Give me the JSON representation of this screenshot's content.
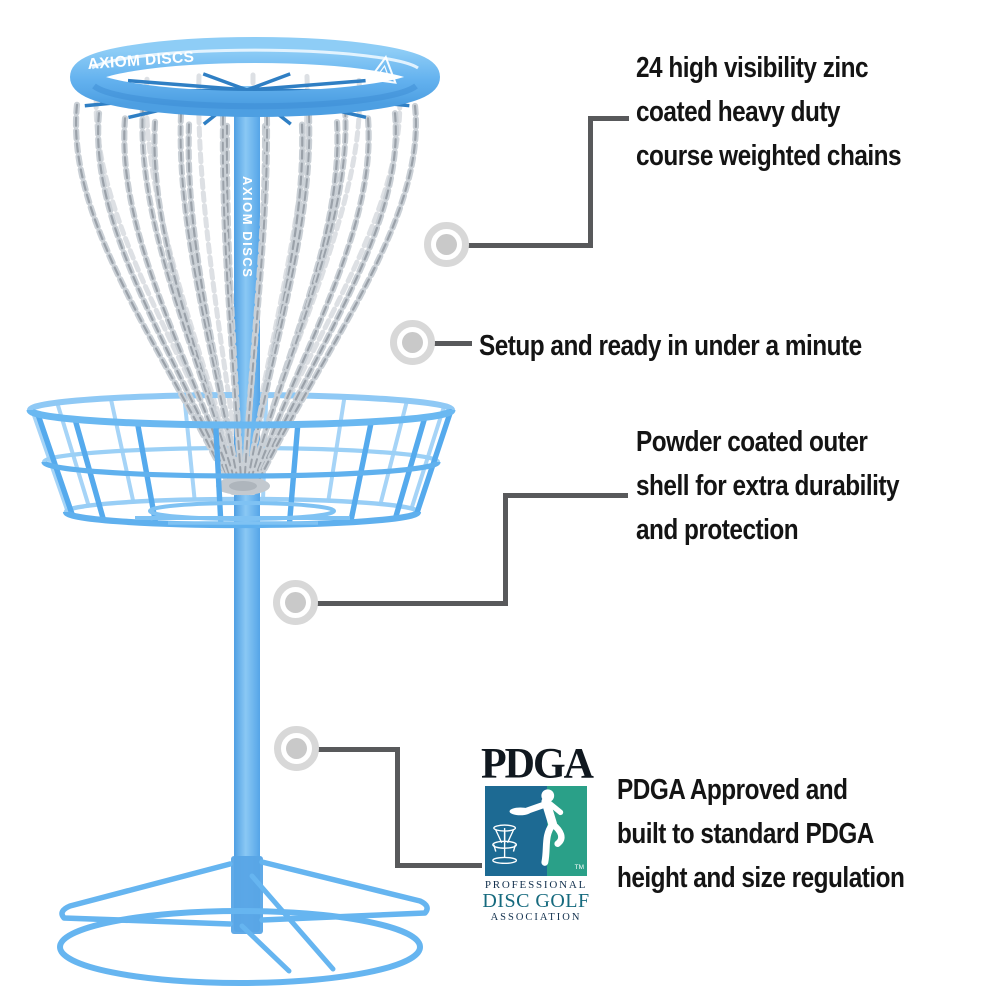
{
  "basket": {
    "band_label": "AXIOM DISCS",
    "pole_label": "AXIOM DISCS"
  },
  "callouts": [
    {
      "id": "chains",
      "lines": [
        "24 high visibility zinc",
        "coated heavy duty",
        "course weighted chains"
      ]
    },
    {
      "id": "setup",
      "lines": [
        "Setup and ready in under a minute"
      ]
    },
    {
      "id": "shell",
      "lines": [
        "Powder coated outer",
        "shell for extra durability",
        "and protection"
      ]
    },
    {
      "id": "pdga",
      "lines": [
        "PDGA Approved and",
        "built to standard PDGA",
        "height and size regulation"
      ]
    }
  ],
  "pdga_logo": {
    "acronym": "PDGA",
    "professional": "PROFESSIONAL",
    "disc_golf": "DISC GOLF",
    "association": "ASSOCIATION",
    "trademark": "TM"
  },
  "colors": {
    "accent-blue": "#64b2ef",
    "accent-blue-dark": "#3b8cd4",
    "accent-blue-light": "#a8d7f8",
    "chain-silver": "#cad0d6",
    "chain-shadow": "#9aa1a9",
    "chain-back": "#dde0e4",
    "connector-gray": "#58595b",
    "marker-ring": "#d8d8d8",
    "marker-dot": "#c9c9c9",
    "text-color": "#141414",
    "pdga-blue": "#1d6a93",
    "pdga-teal": "#2aa088",
    "pdga-navy": "#13314e",
    "pdga-golf": "#166a7e"
  }
}
